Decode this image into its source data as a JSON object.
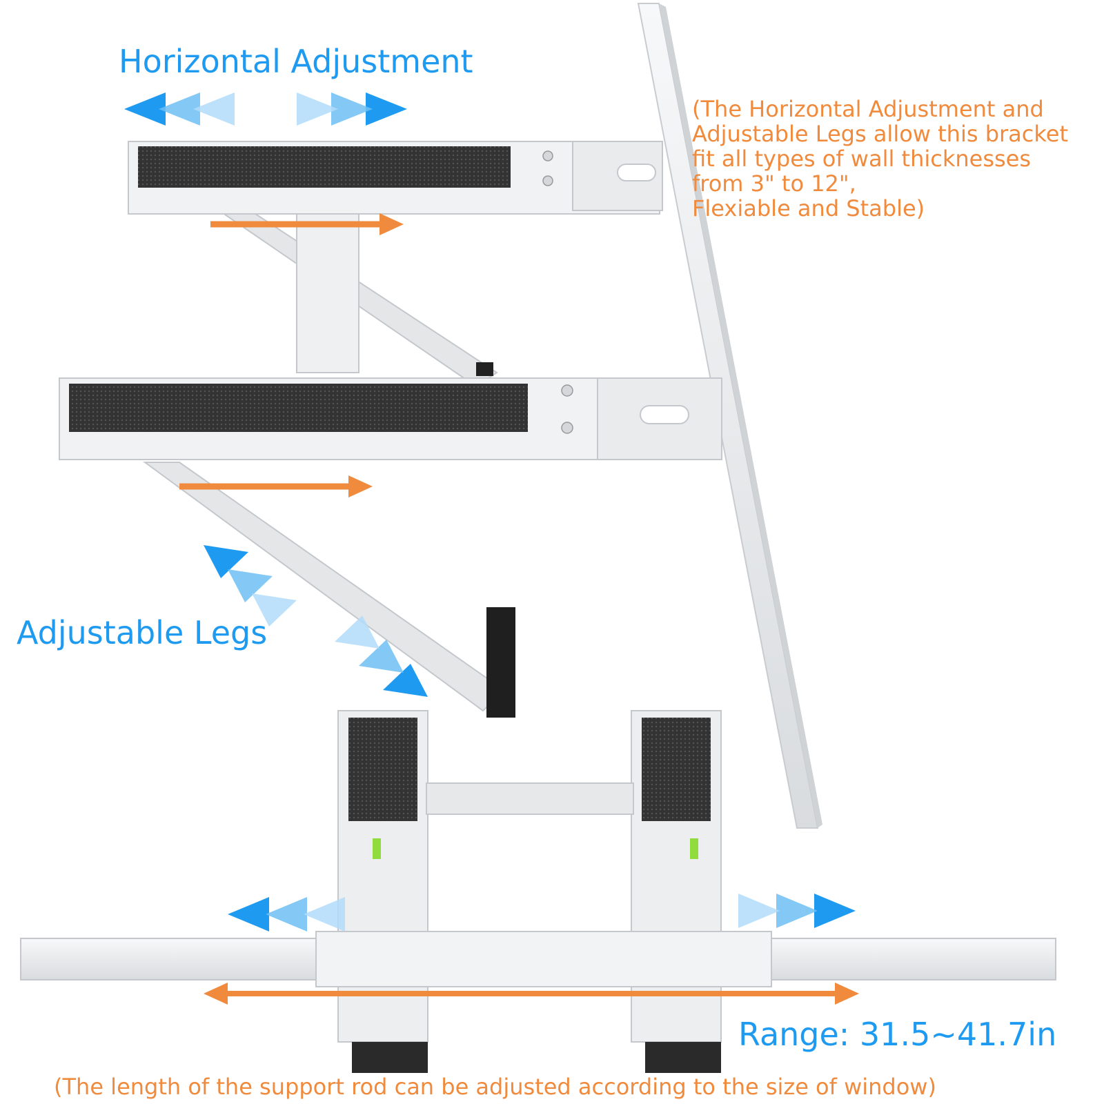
{
  "labels": {
    "horizontal_adjustment": "Horizontal Adjustment",
    "adjustable_legs": "Adjustable Legs",
    "range": "Range: 31.5~41.7in"
  },
  "notes": {
    "top_lines": [
      "(The Horizontal Adjustment and",
      "Adjustable Legs allow this bracket",
      "fit all types of wall thicknesses",
      "from 3\" to 12\",",
      "Flexiable and Stable)"
    ],
    "bottom": "(The length of the support rod can be adjusted according to the size of window)"
  },
  "colors": {
    "blue": "#1e9bf0",
    "orange": "#f08a3c",
    "frame": "#eceef0",
    "pad": "#3a3a3a"
  }
}
